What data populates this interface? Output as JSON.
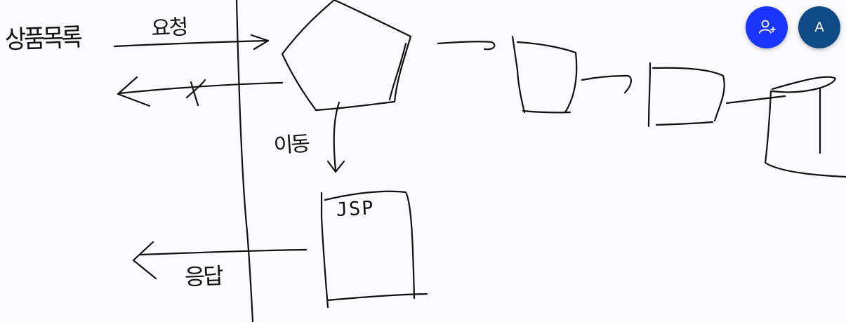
{
  "whiteboard": {
    "labels": {
      "products": "상품목록",
      "request": "요청",
      "forward": "이동",
      "response": "응답",
      "jsp": "JSP"
    }
  },
  "toolbar": {
    "invite_icon": "add-user-icon",
    "avatar_initial": "A",
    "colors": {
      "invite_button": "#1a35ff",
      "avatar": "#0d4a86"
    }
  }
}
